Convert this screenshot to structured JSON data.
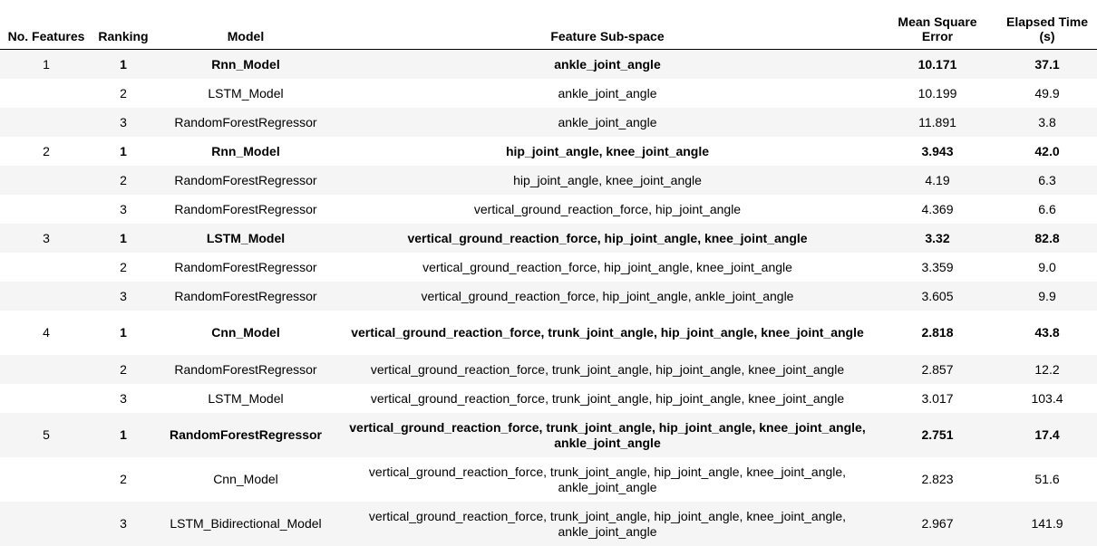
{
  "columns": [
    "No. Features",
    "Ranking",
    "Model",
    "Feature Sub-space",
    "Mean Square Error",
    "Elapsed Time (s)"
  ],
  "rows": [
    {
      "features": "1",
      "ranking": "1",
      "model": "Rnn_Model",
      "subspace": "ankle_joint_angle",
      "mse": "10.171",
      "time": "37.1",
      "best": true
    },
    {
      "features": "",
      "ranking": "2",
      "model": "LSTM_Model",
      "subspace": "ankle_joint_angle",
      "mse": "10.199",
      "time": "49.9",
      "best": false
    },
    {
      "features": "",
      "ranking": "3",
      "model": "RandomForestRegressor",
      "subspace": "ankle_joint_angle",
      "mse": "11.891",
      "time": "3.8",
      "best": false
    },
    {
      "features": "2",
      "ranking": "1",
      "model": "Rnn_Model",
      "subspace": "hip_joint_angle, knee_joint_angle",
      "mse": "3.943",
      "time": "42.0",
      "best": true
    },
    {
      "features": "",
      "ranking": "2",
      "model": "RandomForestRegressor",
      "subspace": "hip_joint_angle, knee_joint_angle",
      "mse": "4.19",
      "time": "6.3",
      "best": false
    },
    {
      "features": "",
      "ranking": "3",
      "model": "RandomForestRegressor",
      "subspace": "vertical_ground_reaction_force, hip_joint_angle",
      "mse": "4.369",
      "time": "6.6",
      "best": false
    },
    {
      "features": "3",
      "ranking": "1",
      "model": "LSTM_Model",
      "subspace": "vertical_ground_reaction_force, hip_joint_angle, knee_joint_angle",
      "mse": "3.32",
      "time": "82.8",
      "best": true
    },
    {
      "features": "",
      "ranking": "2",
      "model": "RandomForestRegressor",
      "subspace": "vertical_ground_reaction_force, hip_joint_angle, knee_joint_angle",
      "mse": "3.359",
      "time": "9.0",
      "best": false
    },
    {
      "features": "",
      "ranking": "3",
      "model": "RandomForestRegressor",
      "subspace": "vertical_ground_reaction_force, hip_joint_angle, ankle_joint_angle",
      "mse": "3.605",
      "time": "9.9",
      "best": false
    },
    {
      "features": "4",
      "ranking": "1",
      "model": "Cnn_Model",
      "subspace": "vertical_ground_reaction_force, trunk_joint_angle, hip_joint_angle, knee_joint_angle",
      "mse": "2.818",
      "time": "43.8",
      "best": true
    },
    {
      "features": "",
      "ranking": "2",
      "model": "RandomForestRegressor",
      "subspace": "vertical_ground_reaction_force, trunk_joint_angle, hip_joint_angle, knee_joint_angle",
      "mse": "2.857",
      "time": "12.2",
      "best": false
    },
    {
      "features": "",
      "ranking": "3",
      "model": "LSTM_Model",
      "subspace": "vertical_ground_reaction_force, trunk_joint_angle, hip_joint_angle, knee_joint_angle",
      "mse": "3.017",
      "time": "103.4",
      "best": false
    },
    {
      "features": "5",
      "ranking": "1",
      "model": "RandomForestRegressor",
      "subspace": "vertical_ground_reaction_force, trunk_joint_angle, hip_joint_angle, knee_joint_angle, ankle_joint_angle",
      "mse": "2.751",
      "time": "17.4",
      "best": true
    },
    {
      "features": "",
      "ranking": "2",
      "model": "Cnn_Model",
      "subspace": "vertical_ground_reaction_force, trunk_joint_angle, hip_joint_angle, knee_joint_angle, ankle_joint_angle",
      "mse": "2.823",
      "time": "51.6",
      "best": false
    },
    {
      "features": "",
      "ranking": "3",
      "model": "LSTM_Bidirectional_Model",
      "subspace": "vertical_ground_reaction_force, trunk_joint_angle, hip_joint_angle, knee_joint_angle, ankle_joint_angle",
      "mse": "2.967",
      "time": "141.9",
      "best": false
    }
  ]
}
